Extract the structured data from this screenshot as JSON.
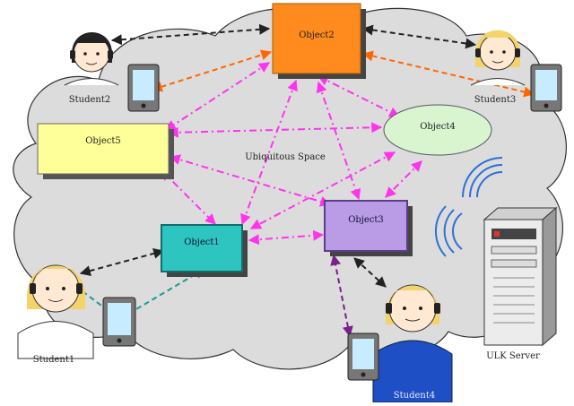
{
  "diagram": {
    "space_label": "Ubiquitous Space",
    "objects": {
      "object1": "Object1",
      "object2": "Object2",
      "object3": "Object3",
      "object4": "Object4",
      "object5": "Object5"
    },
    "students": {
      "student1": "Student1",
      "student2": "Student2",
      "student3": "Student3",
      "student4": "Student4"
    },
    "server_label": "ULK Server",
    "colors": {
      "cloud": "#dcdcdc",
      "object1": "#2ec4c0",
      "object2": "#ff8a1e",
      "object3": "#b99be6",
      "object4": "#d8f5d0",
      "object5": "#ffff9a",
      "link_magenta": "#ff33ee",
      "link_orange": "#ff6600",
      "link_teal": "#1a9a9a",
      "link_purple": "#7a1f8c",
      "link_black": "#222222",
      "wifi": "#2e6fd6"
    }
  }
}
